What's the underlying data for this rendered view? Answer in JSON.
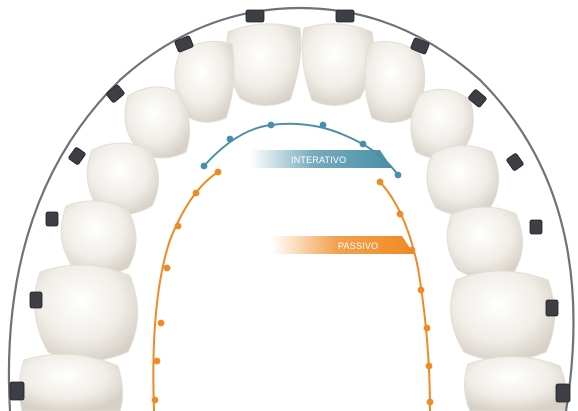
{
  "labels": {
    "interactive": "INTERATIVO",
    "passive": "PASSIVO"
  },
  "colors": {
    "interactive": "#4a8fa8",
    "passive": "#f08a24",
    "archwire": "#6f7378",
    "tooth_base": "#f6f4ef",
    "tooth_shadow": "#d9d4cb",
    "bracket": "#3d3f44",
    "background": "#ffffff"
  },
  "icons": [
    "teeth-illustration",
    "bracket-icon",
    "archwire-icon",
    "clip-dot-icon"
  ]
}
